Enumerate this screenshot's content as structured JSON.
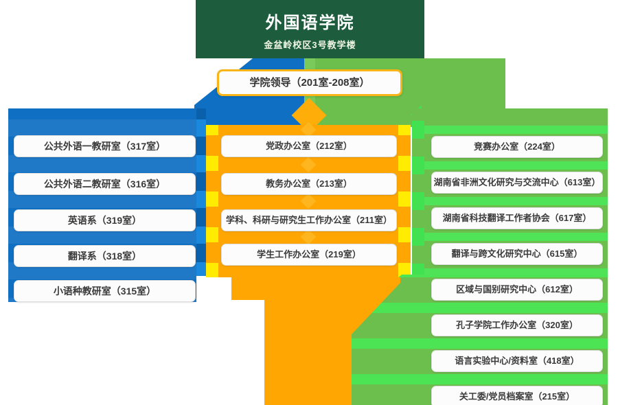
{
  "header": {
    "title": "外国语学院",
    "subtitle": "金盆岭校区3号教学楼"
  },
  "leader": {
    "label": "学院领导（201室-208室）"
  },
  "columns": {
    "left": {
      "items": [
        "公共外语一教研室（317室）",
        "公共外语二教研室（316室）",
        "英语系（319室）",
        "翻译系（318室）",
        "小语种教研室（315室）"
      ]
    },
    "middle": {
      "items": [
        "党政办公室（212室）",
        "教务办公室（213室）",
        "学科、科研与研究生工作办公室（211室）",
        "学生工作办公室（219室）"
      ]
    },
    "right": {
      "items": [
        "竞赛办公室（224室）",
        "湖南省非洲文化研究与交流中心（613室）",
        "湖南省科技翻译工作者协会（617室）",
        "翻译与跨文化研究中心（615室）",
        "区域与国别研究中心（612室）",
        "孔子学院工作办公室（320室）",
        "语言实验中心/资料室（418室）",
        "关工委/党员档案室（215室）"
      ]
    }
  },
  "colors": {
    "header_green": "#1E5C3E",
    "blue": "#0E6FC3",
    "orange": "#FFA602",
    "yellow": "#FFEC00",
    "green": "#6CBE4D",
    "bright_green": "#41E152",
    "leader_border": "#F9B517"
  }
}
